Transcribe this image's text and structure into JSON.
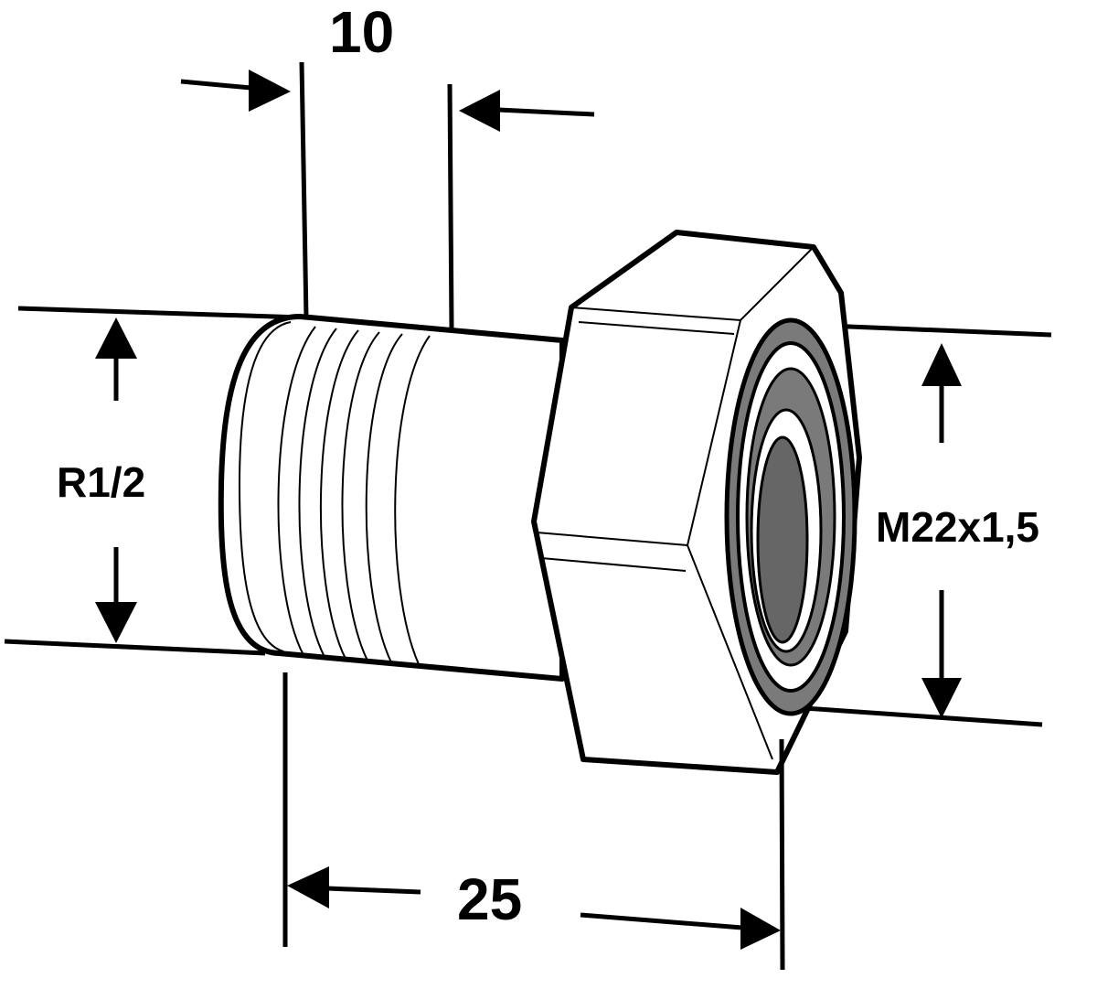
{
  "dimensions": {
    "thread_length": "10",
    "overall_length": "25",
    "male_thread": "R1/2",
    "nut_thread": "M22x1,5"
  },
  "colors": {
    "ink": "#000000",
    "paper": "#ffffff",
    "bore": "#7a7a7a",
    "bore_dark": "#666666"
  }
}
